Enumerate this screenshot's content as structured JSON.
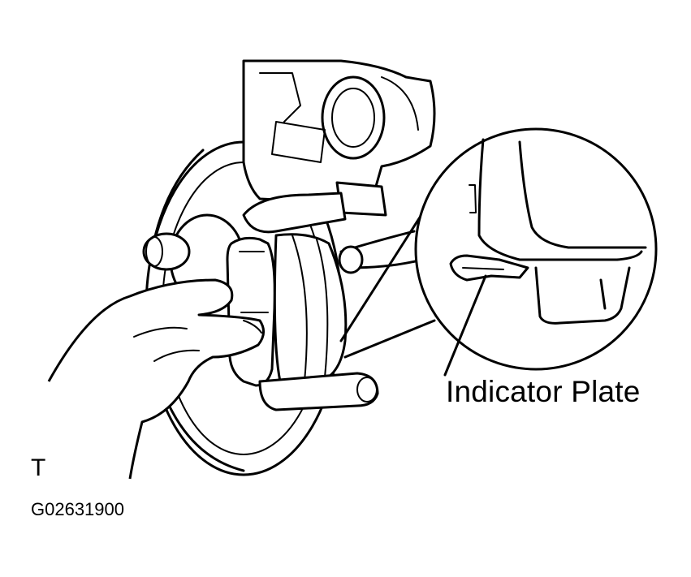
{
  "callout": {
    "label": "Indicator Plate"
  },
  "orientation_mark": "T",
  "figure_code": "G02631900",
  "colors": {
    "line": "#000000",
    "background": "#ffffff"
  }
}
